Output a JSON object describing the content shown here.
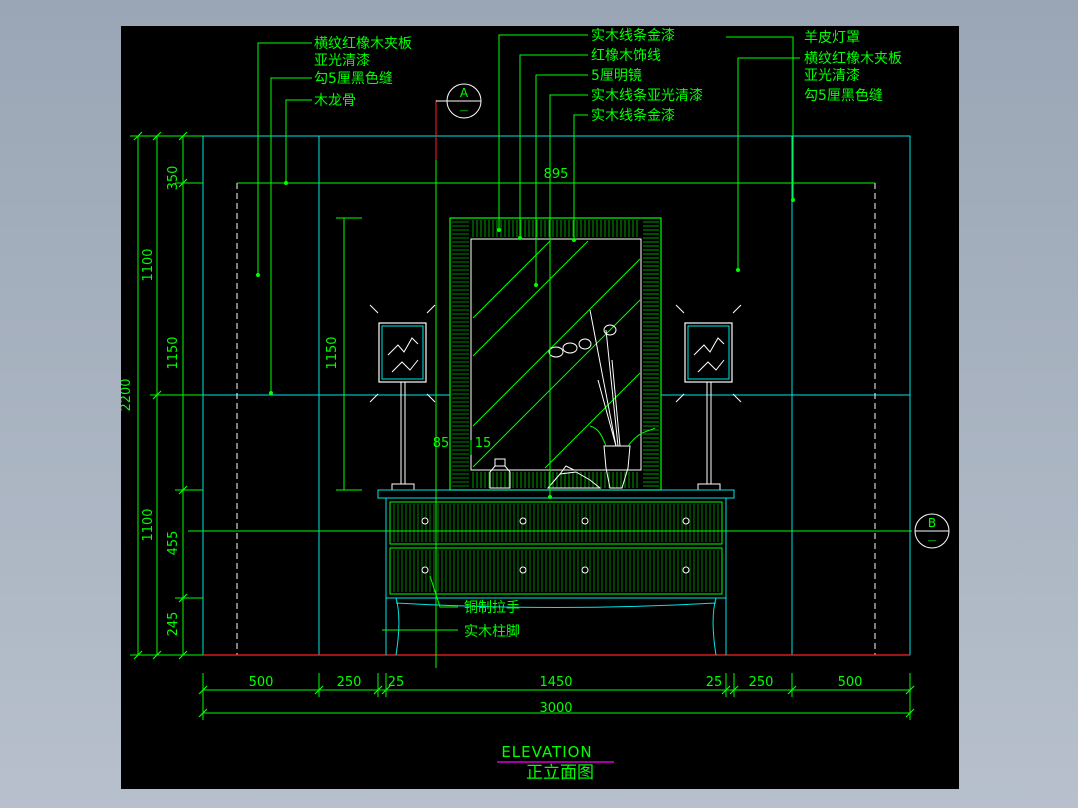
{
  "drawing": {
    "title_en": "ELEVATION",
    "title_cn": "正立面图",
    "annotations_left": [
      "横纹红橡木夹板",
      "亚光清漆",
      "勾5厘黑色缝",
      "木龙骨"
    ],
    "annotations_center": [
      "实木线条金漆",
      "红橡木饰线",
      "5厘明镜",
      "实木线条亚光清漆",
      "实木线条金漆"
    ],
    "annotations_right": [
      "羊皮灯罩",
      "横纹红橡木夹板",
      "亚光清漆",
      "勾5厘黑色缝"
    ],
    "annotations_bottom": [
      "铜制拉手",
      "实木柱脚"
    ],
    "markers": {
      "top": "A",
      "right": "B",
      "sub": "—"
    },
    "dimensions": {
      "left_outer": "2200",
      "left_mid": [
        "1100",
        "1100"
      ],
      "left_inner": [
        "350",
        "1150",
        "455",
        "245"
      ],
      "mirror_height": "1150",
      "mirror_width": "895",
      "frame": [
        "85",
        "15"
      ],
      "bottom": [
        "500",
        "250",
        "25",
        "1450",
        "25",
        "250",
        "500"
      ],
      "total": "3000"
    },
    "colors": {
      "green": "#00ff00",
      "cyan": "#00e5e5",
      "white": "#ffffff",
      "red": "#ff2020",
      "magenta": "#ff00ff",
      "background": "#000000"
    }
  }
}
